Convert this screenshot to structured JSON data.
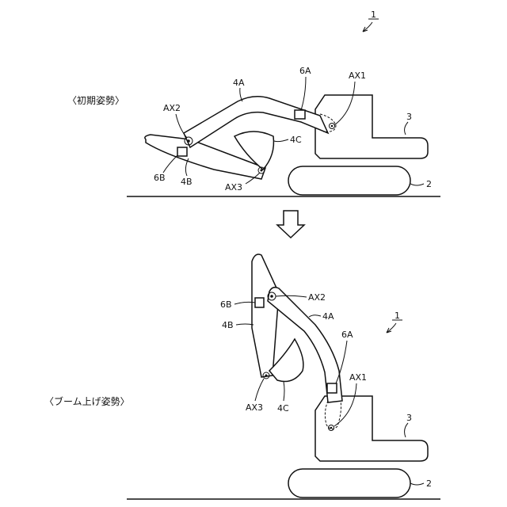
{
  "figure": {
    "ref_top": "1",
    "ref_bottom": "1",
    "pose_initial": "〈初期姿勢〉",
    "pose_boom_up": "〈ブーム上げ姿勢〉"
  },
  "labels_top": {
    "boom": "4A",
    "sensor_boom": "6A",
    "ax1": "AX1",
    "ax2": "AX2",
    "ax3": "AX3",
    "upper_body": "3",
    "bucket": "4C",
    "arm": "4B",
    "sensor_arm": "6B",
    "undercarriage": "2"
  },
  "labels_bottom": {
    "sensor_arm": "6B",
    "ax2": "AX2",
    "arm": "4B",
    "boom": "4A",
    "sensor_boom": "6A",
    "ax1": "AX1",
    "ax3": "AX3",
    "bucket": "4C",
    "upper_body": "3",
    "undercarriage": "2"
  }
}
